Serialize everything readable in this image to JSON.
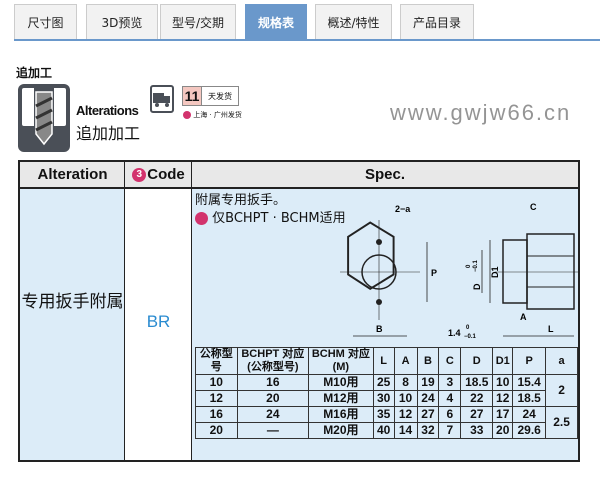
{
  "tabs": [
    {
      "label": "尺寸图"
    },
    {
      "label": "3D预览"
    },
    {
      "label": "型号/交期"
    },
    {
      "label": "规格表",
      "active": true
    },
    {
      "label": "概述/特性"
    },
    {
      "label": "产品目录"
    }
  ],
  "section_title": "追加工",
  "badge": {
    "alt_en": "Alterations",
    "alt_cn": "追加加工",
    "days": "11",
    "days_label": "天发货",
    "ship_from": "上海 · 广州发货",
    "truck_icon": "truck-icon"
  },
  "colors": {
    "tab_active": "#6a98cb",
    "body_bg": "#dcecf8",
    "code": "#2a8bd0",
    "accent": "#d2336d"
  },
  "table": {
    "headers": {
      "alteration": "Alteration",
      "code_num": "3",
      "code": "Code",
      "spec": "Spec."
    },
    "row": {
      "alteration": "专用扳手附属",
      "code": "BR",
      "note1": "附属专用扳手。",
      "note2": "仅BCHPT · BCHM适用"
    },
    "diagram": {
      "labels": {
        "two_a": "2−a",
        "p": "P",
        "b": "B",
        "c": "C",
        "d": "D",
        "d1": "D1",
        "a": "A",
        "l": "L",
        "t": "1.4",
        "tol_up": "0",
        "tol_lo": "−0.1"
      }
    },
    "spec_headers": [
      "公称型号",
      "BCHPT 对应(公称型号)",
      "BCHM 对应(M)",
      "L",
      "A",
      "B",
      "C",
      "D",
      "D1",
      "P",
      "a"
    ],
    "spec_rows": [
      [
        "10",
        "16",
        "M10用",
        "25",
        "8",
        "19",
        "3",
        "18.5",
        "10",
        "15.4"
      ],
      [
        "12",
        "20",
        "M12用",
        "30",
        "10",
        "24",
        "4",
        "22",
        "12",
        "18.5"
      ],
      [
        "16",
        "24",
        "M16用",
        "35",
        "12",
        "27",
        "6",
        "27",
        "17",
        "24"
      ],
      [
        "20",
        "—",
        "M20用",
        "40",
        "14",
        "32",
        "7",
        "33",
        "20",
        "29.6"
      ]
    ],
    "a_values": [
      "2",
      "2.5"
    ]
  },
  "watermark": "www.gwjw66.cn"
}
